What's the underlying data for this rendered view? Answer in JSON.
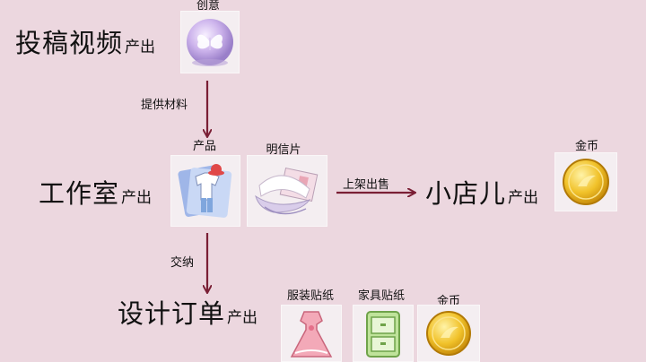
{
  "nodes": {
    "video": {
      "label": "投稿视频",
      "suffix": "产出"
    },
    "studio": {
      "label": "工作室",
      "suffix": "产出"
    },
    "shop": {
      "label": "小店儿",
      "suffix": "产出"
    },
    "order": {
      "label": "设计订单",
      "suffix": "产出"
    }
  },
  "edges": {
    "provide": "提供材料",
    "list_sale": "上架出售",
    "deliver": "交纳"
  },
  "items": {
    "creativity": {
      "caption": "创意",
      "icon": "butterfly-orb-icon"
    },
    "product": {
      "caption": "产品",
      "icon": "clothing-stack-icon"
    },
    "postcard": {
      "caption": "明信片",
      "icon": "postcard-gift-icon"
    },
    "coin_shop": {
      "caption": "金币",
      "icon": "gold-coin-icon"
    },
    "clothing_sticker": {
      "caption": "服装贴纸",
      "icon": "pink-dress-icon"
    },
    "furniture_sticker": {
      "caption": "家具贴纸",
      "icon": "green-cabinet-icon"
    },
    "coin_order": {
      "caption": "金币",
      "icon": "gold-coin-icon"
    }
  },
  "colors": {
    "background": "#ecd7df",
    "arrow": "#7a1f35",
    "coin": "#e8b51a"
  }
}
